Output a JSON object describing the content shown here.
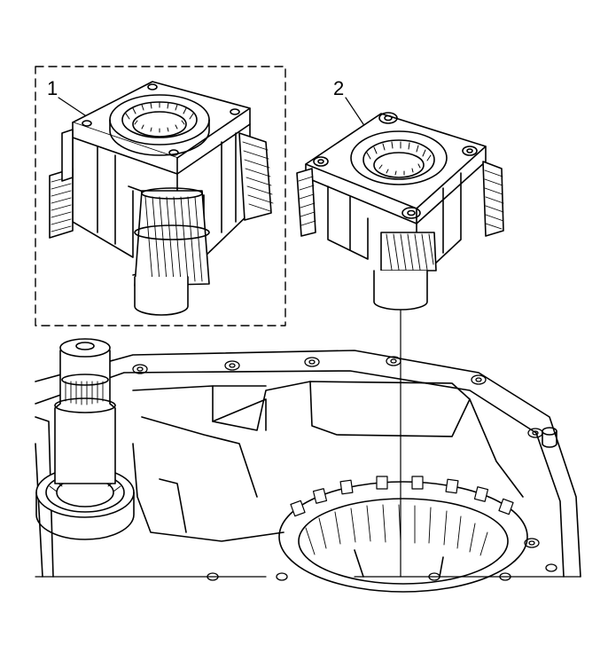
{
  "callouts": {
    "item_1": "1",
    "item_2": "2"
  },
  "components": {
    "item_1": "planetary-carrier-assembly",
    "item_2": "planetary-carrier-installed-orientation",
    "base": "transfer-case-housing"
  },
  "colors": {
    "line": "#000000",
    "background": "#ffffff"
  }
}
